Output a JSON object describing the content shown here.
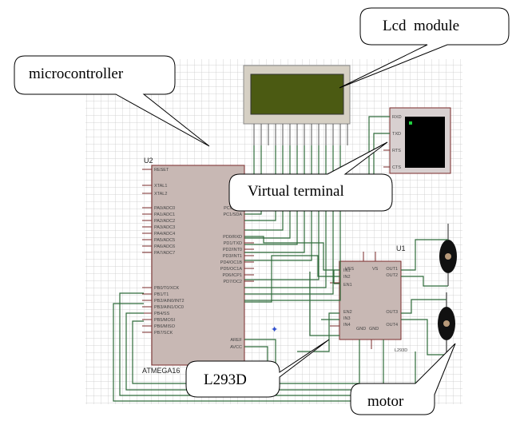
{
  "callouts": {
    "microcontroller": "microcontroller",
    "lcd": "Lcd  module",
    "terminal": "Virtual terminal",
    "driver": "L293D",
    "motor": "motor"
  },
  "mcu": {
    "ref": "U2",
    "part": "ATMEGA16",
    "pins_left": [
      "RESET",
      "XTAL1",
      "XTAL2",
      "PA0/ADC0",
      "PA1/ADC1",
      "PA2/ADC2",
      "PA3/ADC3",
      "PA4/ADC4",
      "PA5/ADC5",
      "PA6/ADC6",
      "PA7/ADC7",
      "PB0/T0/XCK",
      "PB1/T1",
      "PB2/AIN0/INT2",
      "PB3/AIN1/OC0",
      "PB4/SS",
      "PB5/MOSI",
      "PB6/MISO",
      "PB7/SCK"
    ],
    "pins_right": [
      "PC0/SCL",
      "PC1/SDA",
      "PD0/RXD",
      "PD1/TXD",
      "PD2/INT0",
      "PD3/INT1",
      "PD4/OC1B",
      "PD5/OC1A",
      "PD6/ICP1",
      "PD7/OC2",
      "AREF",
      "AVCC"
    ]
  },
  "driver": {
    "ref": "U1",
    "part": "L293D",
    "pins": [
      "IN1",
      "IN2",
      "EN1",
      "EN2",
      "IN3",
      "IN4",
      "VSS",
      "VS",
      "GND",
      "GND",
      "OUT1",
      "OUT2",
      "OUT3",
      "OUT4"
    ]
  },
  "terminal": {
    "pins": [
      "RXD",
      "TXD",
      "RTS",
      "CTS"
    ]
  },
  "colors": {
    "grid": "#c8c8c8",
    "wire": "#2e6b3a",
    "chip": "#c8b8b4",
    "lcd_screen": "#4b5a12",
    "chip_border": "#7a2a2a"
  }
}
